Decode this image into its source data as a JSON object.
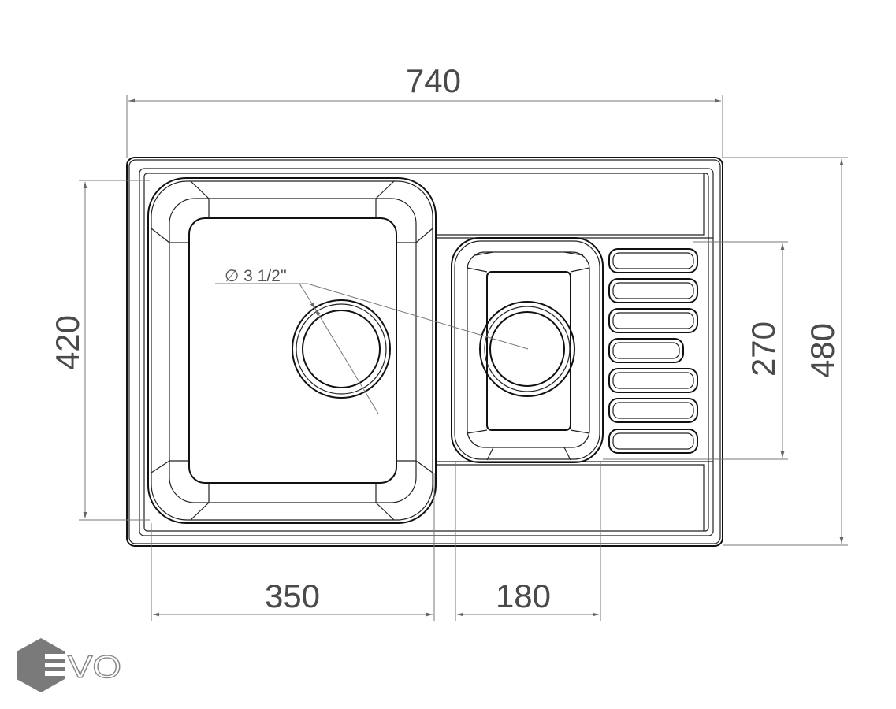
{
  "drawing": {
    "dimensions": {
      "overall_width": "740",
      "overall_depth": "480",
      "main_bowl_depth": "420",
      "main_bowl_width": "350",
      "small_bowl_width": "180",
      "small_bowl_depth": "270",
      "drain_diameter": "∅ 3 1/2''"
    },
    "logo_text": "EVO",
    "line_color": "#111111",
    "dimension_color": "#4a4a4a"
  }
}
